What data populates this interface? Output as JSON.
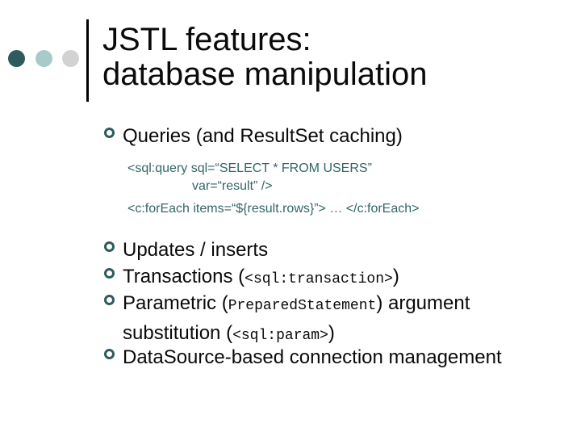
{
  "title": {
    "line1": "JSTL features:",
    "line2": "database manipulation"
  },
  "decor": {
    "dot_colors": [
      "#2e5b5b",
      "#a8cbca",
      "#d2d2d2"
    ],
    "accent_line_color": "#000000"
  },
  "colors": {
    "background": "#ffffff",
    "text": "#0a0a0a",
    "code_teal": "#336666",
    "bullet_ring_teal": "#2e5b5b"
  },
  "bullets": {
    "queries": "Queries (and ResultSet caching)",
    "updates": "Updates / inserts",
    "transactions": {
      "pre": "Transactions (",
      "code": "<sql:transaction>",
      "post": ")"
    },
    "parametric": {
      "line1_pre": "Parametric (",
      "line1_code": "PreparedStatement",
      "line1_post": ") argument",
      "line2_pre": "substitution (",
      "line2_code": "<sql:param>",
      "line2_post": ")"
    },
    "datasource": "DataSource-based connection management"
  },
  "code_block": {
    "line1": "<sql:query sql=“SELECT * FROM USERS”",
    "line2": "var=“result” />",
    "line3": "<c:forEach items=“${result.rows}”> … </c:forEach>"
  }
}
